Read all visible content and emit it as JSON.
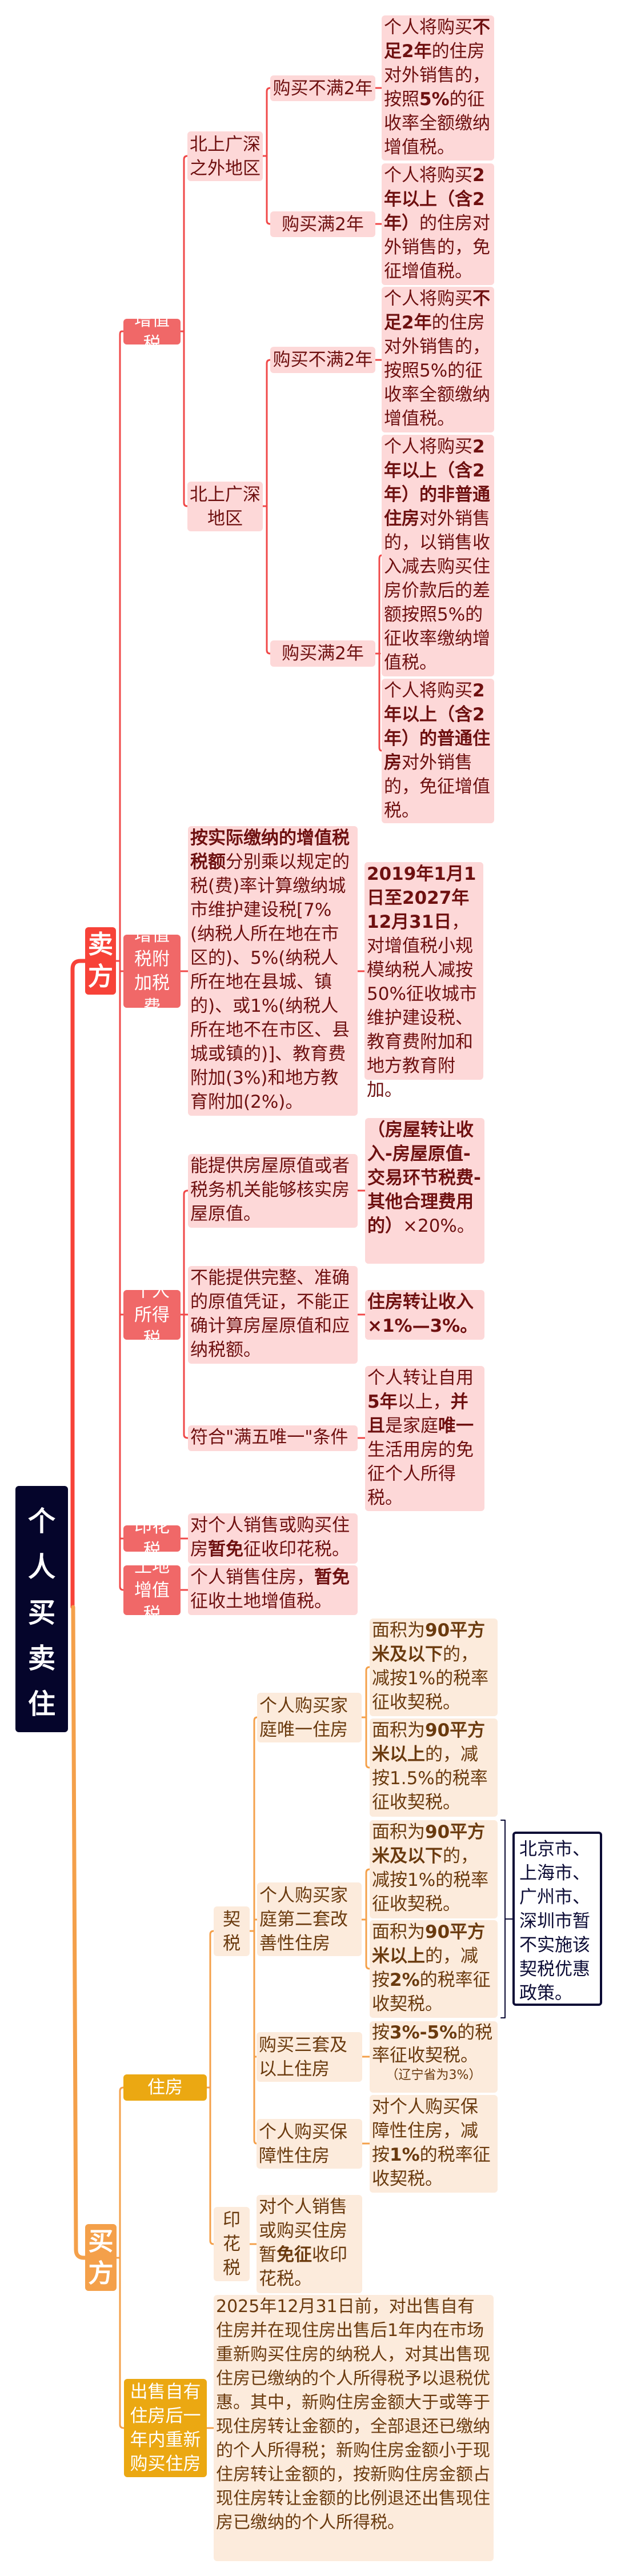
{
  "root": {
    "title": "个人买卖住房"
  },
  "colors": {
    "seller_main": "#F74238",
    "seller_node": "#F06868",
    "seller_leaf": "#FDD8D8",
    "buyer_main": "#F4A04A",
    "buyer_node": "#EBA812",
    "buyer_leaf": "#FCEBDC",
    "root": "#05052B"
  },
  "seller": {
    "label": "卖方",
    "vat": {
      "label": "增值税",
      "outside": {
        "label": "北上广深之外地区",
        "lt2": {
          "label": "购买不满2年",
          "rule": [
            {
              "t": "个人将购买"
            },
            {
              "t": "不足2年",
              "b": true
            },
            {
              "t": "的住房对外销售的，按照"
            },
            {
              "t": "5%",
              "b": true
            },
            {
              "t": "的征收率全额缴纳增值税。"
            }
          ]
        },
        "ge2": {
          "label": "购买满2年",
          "rule": [
            {
              "t": "个人将购买"
            },
            {
              "t": "2年以上（含2年）",
              "b": true
            },
            {
              "t": "的住房对外销售的，免征增值税。"
            }
          ]
        }
      },
      "inside": {
        "label": "北上广深地区",
        "lt2": {
          "label": "购买不满2年",
          "rule": [
            {
              "t": "个人将购买"
            },
            {
              "t": "不足2年",
              "b": true
            },
            {
              "t": "的住房对外销售的，按照5%的征收率全额缴纳增值税。"
            }
          ]
        },
        "ge2": {
          "label": "购买满2年",
          "rule_non_ordinary": [
            {
              "t": "个人将购买"
            },
            {
              "t": "2年以上（含2年）的非普通住房",
              "b": true
            },
            {
              "t": "对外销售的，以销售收入减去购买住房价款后的差额按照5%的征收率缴纳增值税。"
            }
          ],
          "rule_ordinary": [
            {
              "t": "个人将购买"
            },
            {
              "t": "2年以上（含2年）的普通住房",
              "b": true
            },
            {
              "t": "对外销售的，免征增值税。"
            }
          ]
        }
      }
    },
    "surcharge": {
      "label": "增值税附加税费",
      "rule": [
        {
          "t": "按实际缴纳的增值税税额",
          "b": true
        },
        {
          "t": "分别乘以规定的税(费)率计算缴纳城市维护建设税[7%(纳税人所在地在市区的)、5%(纳税人所在地在县城、镇的)、或1%(纳税人所在地不在市区、县城或镇的)]、教育费附加(3%)和地方教育附加(2%)。"
        }
      ],
      "relief": [
        {
          "t": "2019年1月1日至2027年12月31日",
          "b": true
        },
        {
          "t": "，对增值税小规模纳税人减按50%征收城市维护建设税、教育费附加和地方教育附加。"
        }
      ]
    },
    "iit": {
      "label": "个人所得税",
      "items": [
        {
          "label": "能提供房屋原值或者税务机关能够核实房屋原值。",
          "rule": [
            {
              "t": "（房屋转让收入-房屋原值-交易环节税费-其他合理费用的）",
              "b": true
            },
            {
              "t": "×20%。"
            }
          ]
        },
        {
          "label": "不能提供完整、准确的原值凭证，不能正确计算房屋原值和应纳税额。",
          "rule": [
            {
              "t": "住房转让收入×1%—3%。",
              "b": true
            }
          ]
        },
        {
          "label": "符合\"满五唯一\"条件",
          "rule": [
            {
              "t": "个人转让自用"
            },
            {
              "t": "5年",
              "b": true
            },
            {
              "t": "以上，"
            },
            {
              "t": "并且",
              "b": true
            },
            {
              "t": "是家庭"
            },
            {
              "t": "唯一",
              "b": true
            },
            {
              "t": "生活用房的免征个人所得税。"
            }
          ]
        }
      ]
    },
    "stamp": {
      "label": "印花税",
      "rule": [
        {
          "t": "对个人销售或购买住房"
        },
        {
          "t": "暂免",
          "b": true
        },
        {
          "t": "征收印花税。"
        }
      ]
    },
    "lat": {
      "label": "土地增值税",
      "rule": [
        {
          "t": "个人销售住房，"
        },
        {
          "t": "暂免",
          "b": true
        },
        {
          "t": "征收土地增值税。"
        }
      ]
    }
  },
  "buyer": {
    "label": "买方",
    "housing": {
      "label": "住房",
      "deed": {
        "label": "契税",
        "only": {
          "label": "个人购买家庭唯一住房",
          "le90": [
            {
              "t": "面积为"
            },
            {
              "t": "90平方米及以下",
              "b": true
            },
            {
              "t": "的，减按1%的税率征收契税。"
            }
          ],
          "gt90": [
            {
              "t": "面积为"
            },
            {
              "t": "90平方米以上",
              "b": true
            },
            {
              "t": "的，减按1.5%的税率征收契税。"
            }
          ]
        },
        "second": {
          "label": "个人购买家庭第二套改善性住房",
          "le90": [
            {
              "t": "面积为"
            },
            {
              "t": "90平方米及以下",
              "b": true
            },
            {
              "t": "的，减按1%的税率征收契税。"
            }
          ],
          "gt90": [
            {
              "t": "面积为"
            },
            {
              "t": "90平方米以上",
              "b": true
            },
            {
              "t": "的，减按"
            },
            {
              "t": "2%",
              "b": true
            },
            {
              "t": "的税率征收契税。"
            }
          ]
        },
        "note": "北京市、上海市、广州市、深圳市暂不实施该契税优惠政策。",
        "third": {
          "label": "购买三套及以上住房",
          "rule": [
            {
              "t": "按"
            },
            {
              "t": "3%-5%",
              "b": true
            },
            {
              "t": "的税率征收契税。"
            },
            {
              "t": "（辽宁省为3%）",
              "s": true
            }
          ]
        },
        "affordable": {
          "label": "个人购买保障性住房",
          "rule": [
            {
              "t": "对个人购买保障性住房，减按"
            },
            {
              "t": "1%",
              "b": true
            },
            {
              "t": "的税率征收契税。"
            }
          ]
        }
      },
      "stamp": {
        "label": "印花税",
        "rule": [
          {
            "t": "对个人销售或购买住房暂"
          },
          {
            "t": "免征",
            "b": true
          },
          {
            "t": "收印花税。"
          }
        ]
      }
    },
    "resale": {
      "label": "出售自有住房后一年内重新购买住房",
      "rule": [
        {
          "t": "2025年12月31日前，对出售自有住房并在现住房出售后1年内在市场重新购买住房的纳税人，对其出售现住房已缴纳的个人所得税予以退税优惠。其中，新购住房金额大于或等于现住房转让金额的，全部退还已缴纳的个人所得税；新购住房金额小于现住房转让金额的，按新购住房金额占现住房转让金额的比例退还出售现住房已缴纳的个人所得税。"
        }
      ]
    }
  }
}
